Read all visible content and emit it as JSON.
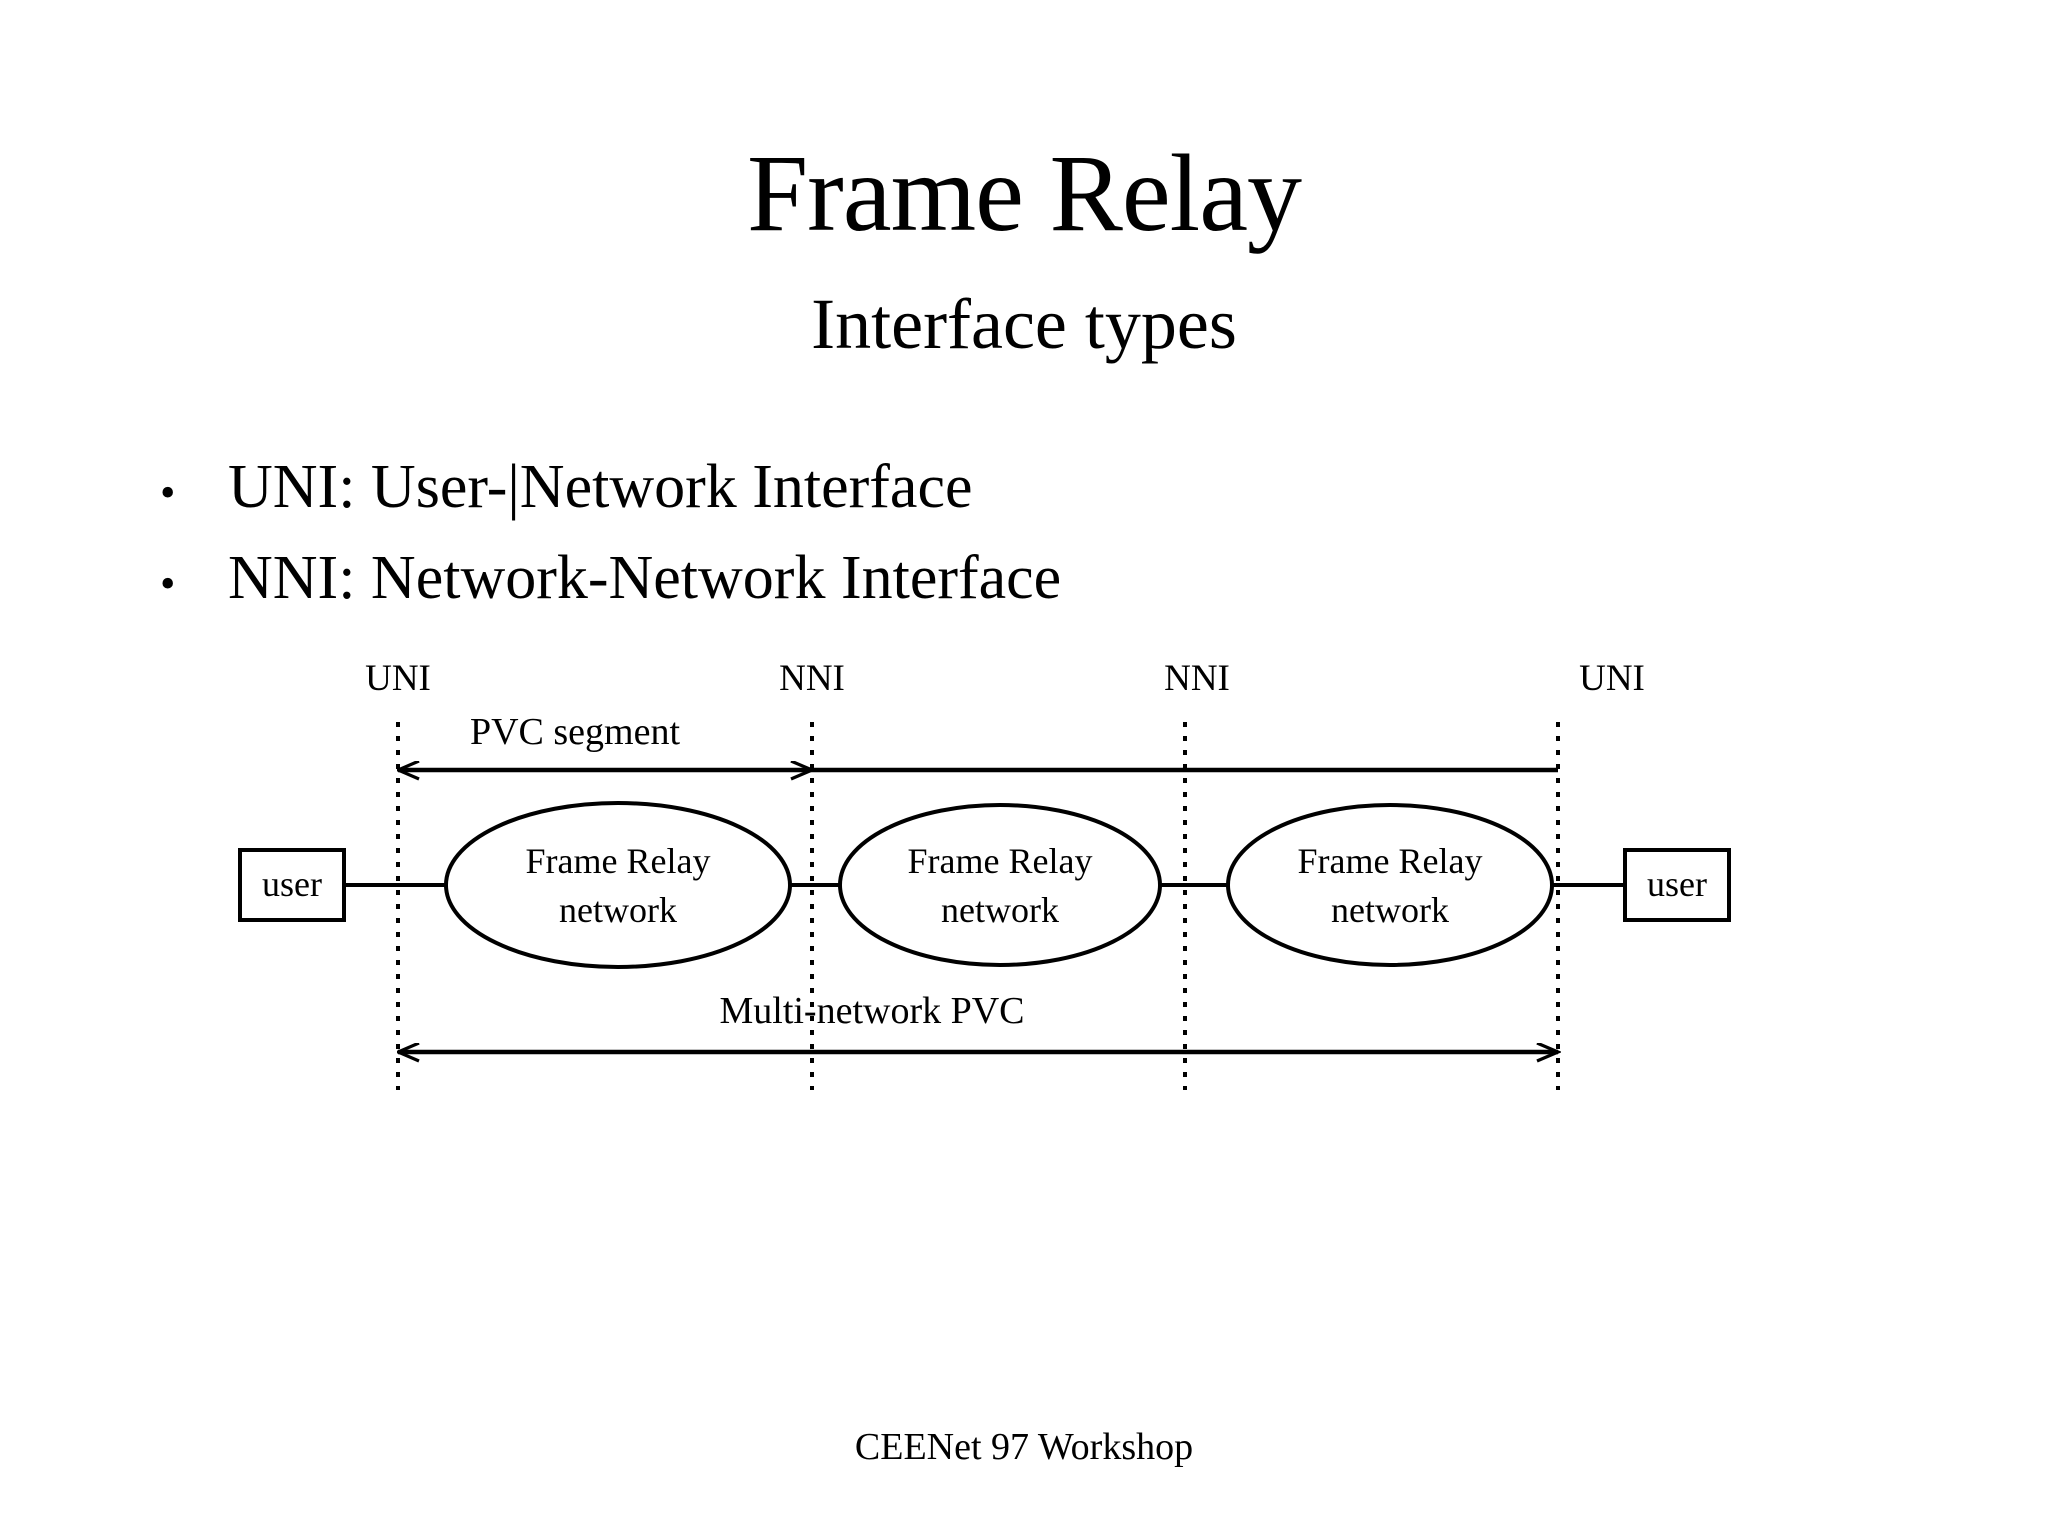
{
  "slide": {
    "title": "Frame Relay",
    "subtitle": "Interface types",
    "footer": "CEENet 97 Workshop",
    "background_color": "#ffffff",
    "ink_color": "#000000"
  },
  "bullets": [
    {
      "marker": "•",
      "text": "UNI: User-|Network Interface"
    },
    {
      "marker": "•",
      "text": "NNI: Network-Network Interface"
    }
  ],
  "diagram": {
    "interface_labels": [
      {
        "text": "UNI"
      },
      {
        "text": "NNI"
      },
      {
        "text": "NNI"
      },
      {
        "text": "UNI"
      }
    ],
    "span_labels": {
      "top": "PVC segment",
      "bottom": "Multi-network PVC"
    },
    "endpoints": [
      {
        "text": "user"
      },
      {
        "text": "user"
      }
    ],
    "networks": [
      {
        "line1": "Frame Relay",
        "line2": "network"
      },
      {
        "line1": "Frame Relay",
        "line2": "network"
      },
      {
        "line1": "Frame Relay",
        "line2": "network"
      }
    ]
  }
}
